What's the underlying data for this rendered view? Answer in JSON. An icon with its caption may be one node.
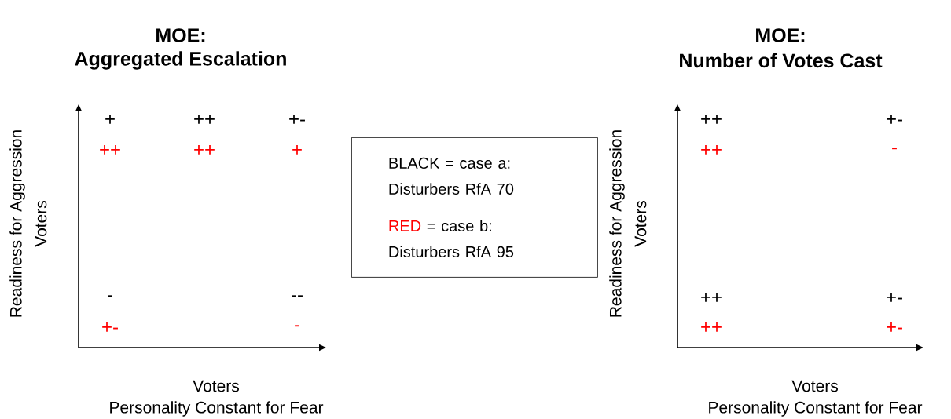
{
  "diagram": {
    "nodes": [
      {
        "text": [
          "BLACK = case a: Disturbers RfA 70",
          "RED",
          "= case b: Disturbers RfA 95"
        ]
      }
    ],
    "edges": [],
    "labels": [
      "MOE:",
      "Aggregated Escalation",
      "MOE:",
      "Number of Votes Cast",
      "Voters",
      "Readiness for Aggression",
      "+",
      "++",
      "+-",
      "++",
      "++",
      "+",
      "-",
      "--",
      "+-",
      "-",
      "Voters",
      "Personality Constant for Fear",
      "Voters",
      "Readiness for Aggression",
      "++",
      "+-",
      "++",
      "-",
      "++",
      "+-",
      "++",
      "+-",
      "Voters",
      "Personality Constant for Fear"
    ]
  }
}
